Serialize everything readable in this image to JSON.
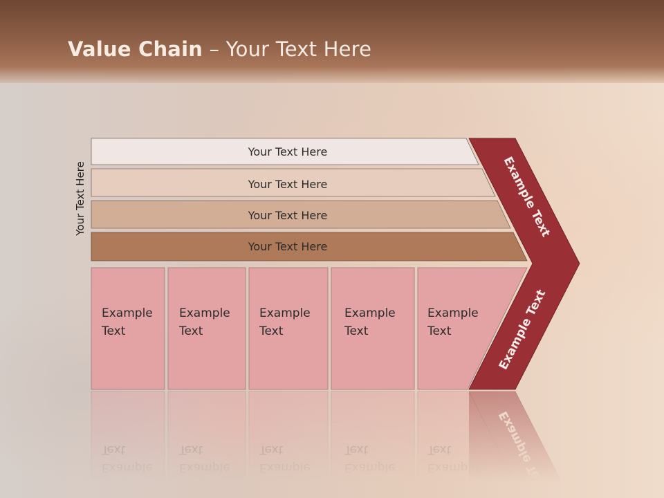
{
  "slide": {
    "title_bold": "Value Chain",
    "title_rest": " – Your Text Here",
    "side_label": "Your Text Here"
  },
  "bars": [
    {
      "label": "Your Text Here",
      "color": "#f0e7e4"
    },
    {
      "label": "Your Text Here",
      "color": "#e6cdbd"
    },
    {
      "label": "Your Text Here",
      "color": "#d2ae97"
    },
    {
      "label": "Your Text Here",
      "color": "#ae7a59"
    }
  ],
  "columns": [
    {
      "line1": "Example",
      "line2": "Text"
    },
    {
      "line1": "Example",
      "line2": "Text"
    },
    {
      "line1": "Example",
      "line2": "Text"
    },
    {
      "line1": "Example",
      "line2": "Text"
    },
    {
      "line1": "Example",
      "line2": "Text"
    }
  ],
  "chevron": {
    "upper_label": "Example Text",
    "lower_label": "Example Text",
    "color": "#9a2f36"
  },
  "colors": {
    "column_fill": "#e3a3a5",
    "header_brown": "#8a5a42"
  }
}
